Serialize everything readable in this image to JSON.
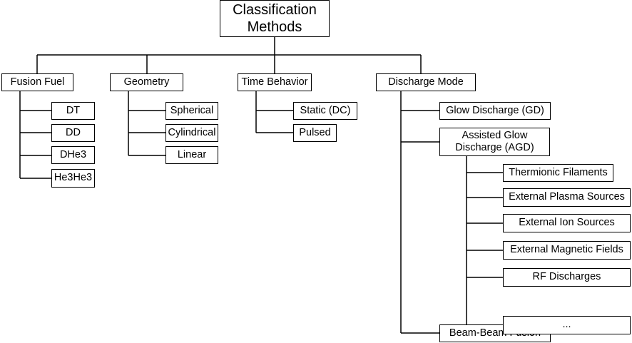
{
  "diagram": {
    "root": "Classification\nMethods",
    "fusion_fuel": {
      "label": "Fusion Fuel",
      "items": [
        "DT",
        "DD",
        "DHe3",
        "He3He3"
      ]
    },
    "geometry": {
      "label": "Geometry",
      "items": [
        "Spherical",
        "Cylindrical",
        "Linear"
      ]
    },
    "time_behavior": {
      "label": "Time Behavior",
      "items": [
        "Static (DC)",
        "Pulsed"
      ]
    },
    "discharge_mode": {
      "label": "Discharge Mode",
      "glow": "Glow Discharge (GD)",
      "agd": "Assisted Glow\nDischarge (AGD)",
      "agd_items": [
        "Thermionic Filaments",
        "External Plasma Sources",
        "External Ion Sources",
        "External Magnetic Fields",
        "RF Discharges",
        "..."
      ],
      "beam": "Beam-Beam Fusion"
    }
  }
}
